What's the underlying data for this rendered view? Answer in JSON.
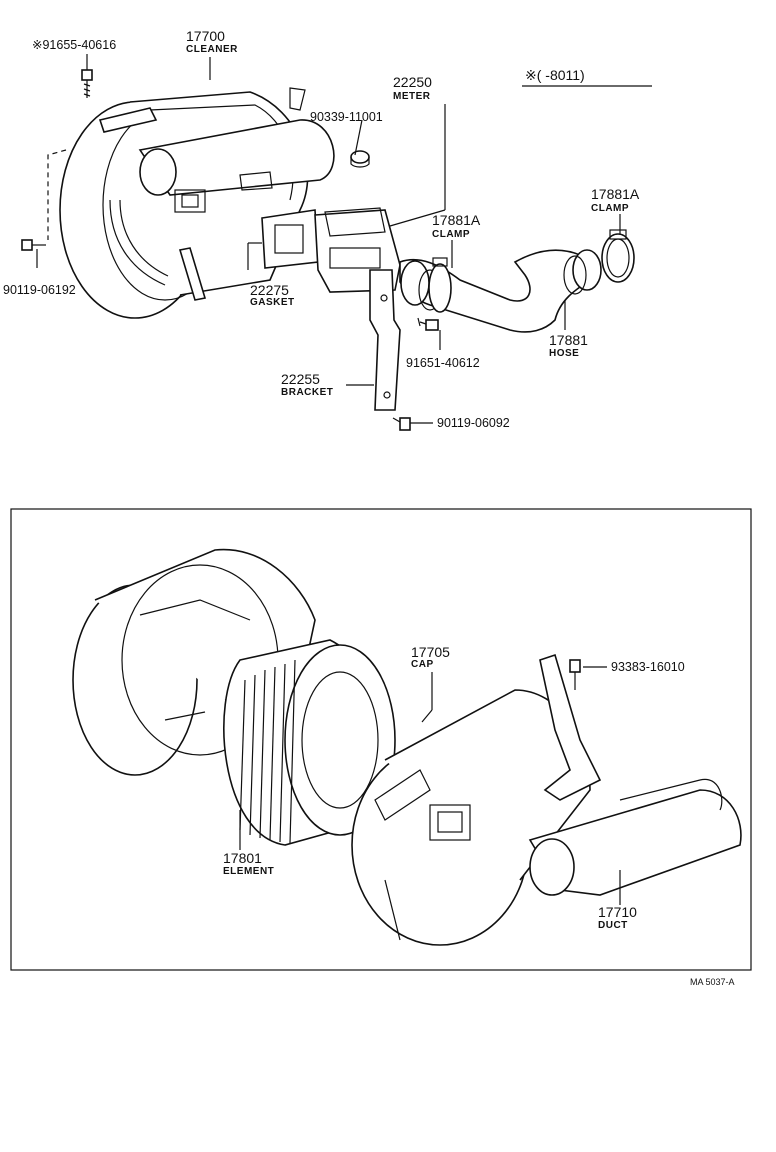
{
  "note": "※(     -8011)",
  "diagram_code": "MA 5037-A",
  "parts": {
    "p17700": {
      "number": "17700",
      "name": "CLEANER"
    },
    "p91655": {
      "number": "※91655-40616"
    },
    "p90119a": {
      "number": "90119-06192"
    },
    "p22250": {
      "number": "22250",
      "name": "METER"
    },
    "p90339": {
      "number": "90339-11001"
    },
    "p22275": {
      "number": "22275",
      "name": "GASKET"
    },
    "p17881A_1": {
      "number": "17881A",
      "name": "CLAMP"
    },
    "p17881A_2": {
      "number": "17881A",
      "name": "CLAMP"
    },
    "p17881": {
      "number": "17881",
      "name": "HOSE"
    },
    "p91651": {
      "number": "91651-40612"
    },
    "p22255": {
      "number": "22255",
      "name": "BRACKET"
    },
    "p90119b": {
      "number": "90119-06092"
    },
    "p17705": {
      "number": "17705",
      "name": "CAP"
    },
    "p93383": {
      "number": "93383-16010"
    },
    "p17801": {
      "number": "17801",
      "name": "ELEMENT"
    },
    "p17710": {
      "number": "17710",
      "name": "DUCT"
    }
  }
}
